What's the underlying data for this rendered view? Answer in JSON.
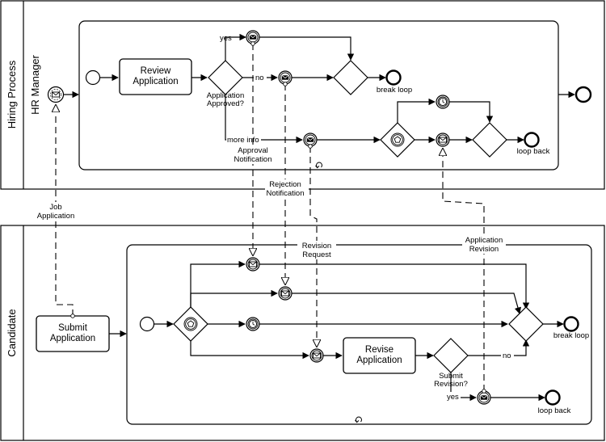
{
  "pools": {
    "hiring_process": "Hiring Process",
    "hr_manager": "HR Manager",
    "candidate": "Candidate"
  },
  "tasks": {
    "review_application": [
      "Review",
      "Application"
    ],
    "submit_application": [
      "Submit",
      "Application"
    ],
    "revise_application": [
      "Revise",
      "Application"
    ]
  },
  "gateways": {
    "application_approved": [
      "Application",
      "Approved?"
    ],
    "submit_revision": [
      "Submit",
      "Revision?"
    ]
  },
  "flow_labels": {
    "yes": "yes",
    "no": "no",
    "more_info": "more info",
    "break_loop": "break loop",
    "loop_back": "loop back",
    "yes_2": "yes",
    "no_2": "no",
    "break_loop_2": "break loop",
    "loop_back_2": "loop back"
  },
  "message_labels": {
    "job_application": [
      "Job",
      "Application"
    ],
    "approval_notification": [
      "Approval",
      "Notification"
    ],
    "rejection_notification": [
      "Rejection",
      "Notification"
    ],
    "revision_request": [
      "Revision",
      "Request"
    ],
    "application_revision": [
      "Application",
      "Revision"
    ]
  },
  "icons": {
    "message": "envelope-icon",
    "timer": "clock-icon",
    "event_gateway": "pentagon-icon",
    "loop": "loop-marker-icon"
  }
}
